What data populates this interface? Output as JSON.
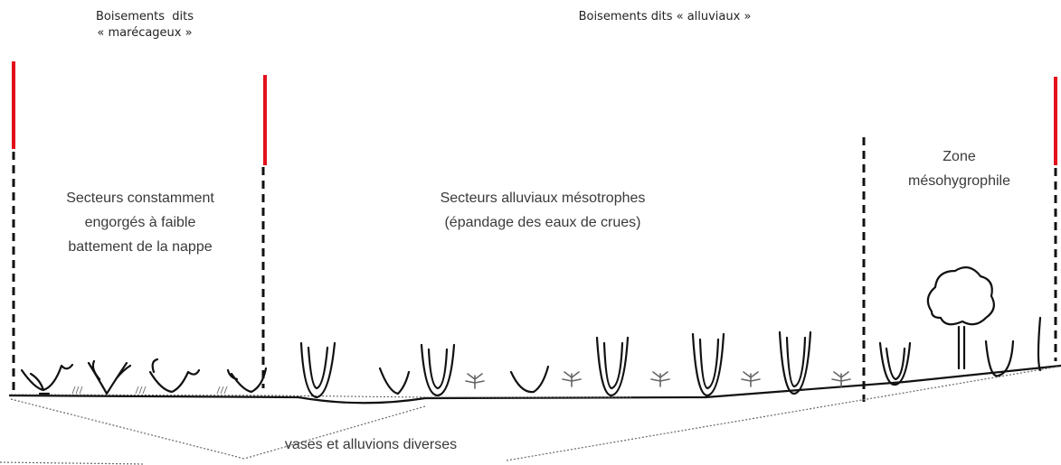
{
  "headers": {
    "marsh_line1": "Boisements  dits",
    "marsh_line2": "« marécageux »",
    "alluvial": "Boisements dits « alluviaux »"
  },
  "zones": {
    "waterlogged": [
      "Secteurs constamment",
      "engorgés à faible",
      "battement de la nappe"
    ],
    "mesotrophic": [
      "Secteurs alluviaux mésotrophes",
      "(épandage des eaux de crues)"
    ],
    "mesohygrophilous": [
      "Zone",
      "mésohygrophile"
    ]
  },
  "substrate": "vases et alluvions diverses",
  "colors": {
    "boundary_red": "#e3101a",
    "ink": "#111111"
  }
}
